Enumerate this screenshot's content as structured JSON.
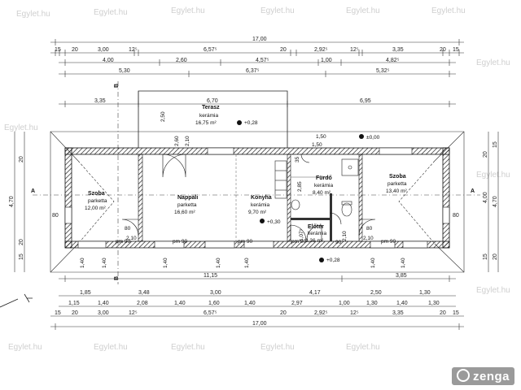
{
  "watermark": "Egylet.hu",
  "brand": "zenga",
  "rooms": {
    "terasz": {
      "name": "Terasz",
      "floor": "kerámia",
      "area": "16,75 m²"
    },
    "szoba_left": {
      "name": "Szoba",
      "floor": "parketta",
      "area": "12,00 m²"
    },
    "nappali": {
      "name": "Nappali",
      "floor": "parketta",
      "area": "16,60 m²"
    },
    "konyha": {
      "name": "Konyha",
      "floor": "kerámia",
      "area": "9,70 m²"
    },
    "furdo": {
      "name": "Fürdő",
      "floor": "kerámia",
      "area": "8,40 m²"
    },
    "szoba_right": {
      "name": "Szoba",
      "floor": "parketta",
      "area": "13,40 m²"
    },
    "eloter": {
      "name": "Előtér",
      "floor": "kerámia",
      "area": "3,36 m²"
    }
  },
  "levels": {
    "terasz": "+0,28",
    "konyha": "+0,30",
    "eloter": "+0,28",
    "top": "±0,00"
  },
  "section_labels": {
    "a": "A",
    "b": "B"
  },
  "top_dims": {
    "overall": "17,00",
    "row1": [
      "15",
      "20",
      "3,00",
      "12⁵",
      "6,57⁵",
      "20",
      "2,92⁵",
      "12⁵",
      "3,35",
      "20",
      "15"
    ],
    "row2": [
      "4,00",
      "2,60",
      "4,57⁵",
      "1,00",
      "4,82⁵"
    ],
    "row3": [
      "5,30",
      "6,37⁵",
      "5,32⁵"
    ],
    "row4": [
      "3,35",
      "6,70",
      "6,95"
    ]
  },
  "bottom_dims": {
    "row1": [
      "11,15",
      "3,85"
    ],
    "row2": [
      "1,85",
      "3,48",
      "3,00",
      "4,17",
      "2,50",
      "1,30"
    ],
    "row3": [
      "1,15",
      "1,40",
      "2,08",
      "1,40",
      "1,60",
      "1,40",
      "2,97",
      "1,00",
      "1,30",
      "1,40",
      "1,30"
    ],
    "row4": [
      "15",
      "20",
      "3,00",
      "12⁵",
      "6,57⁵",
      "20",
      "2,92⁵",
      "12⁵",
      "3,35",
      "20",
      "15"
    ],
    "overall": "17,00"
  },
  "side_dims": {
    "left": [
      "20",
      "4,70",
      "15",
      "20"
    ],
    "right": [
      "20",
      "15",
      "4,00",
      "4,70",
      "15",
      "20"
    ],
    "offset": "80"
  },
  "window_labels": [
    "1,40",
    "1,40",
    "1,40",
    "1,40",
    "1,40",
    "1,40",
    "1,40"
  ],
  "door_labels": [
    "80",
    "2,10",
    "80",
    "2,10",
    "pm 90",
    "pm 90",
    "pm 90",
    "pm 90",
    "pm 90",
    "1,07⁵",
    "2,10",
    "90",
    "1,50",
    "2,60",
    "2,10",
    "2,50",
    "35",
    "2,85",
    "1,50"
  ]
}
